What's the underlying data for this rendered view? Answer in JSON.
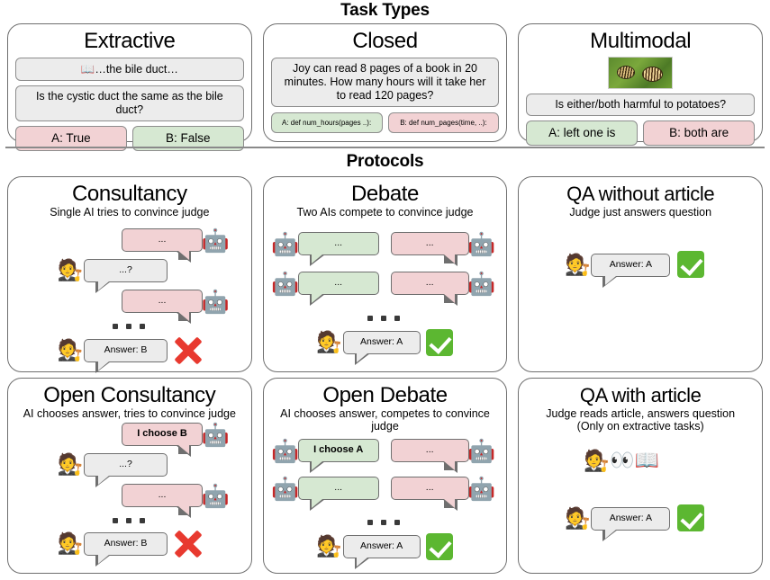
{
  "sections": {
    "task_types_title": "Task Types",
    "protocols_title": "Protocols"
  },
  "task_types": [
    {
      "title": "Extractive",
      "icon": "open-book-icon",
      "context": "…the bile duct…",
      "question": "Is the cystic duct the same as the bile duct?",
      "answer_a": "A: True",
      "answer_b": "B: False",
      "answer_a_color": "red",
      "answer_b_color": "green"
    },
    {
      "title": "Closed",
      "question": "Joy can read 8 pages of a book in 20 minutes. How many hours will it take her to read 120 pages?",
      "answer_a": "A: def num_hours(pages ..):",
      "answer_b": "B: def num_pages(time, ..):",
      "answer_a_color": "green",
      "answer_b_color": "red"
    },
    {
      "title": "Multimodal",
      "image_alt": "two-striped-beetles-on-leaf-photo",
      "question": "Is either/both harmful to potatoes?",
      "answer_a": "A: left one is",
      "answer_b": "B: both are",
      "answer_a_color": "green",
      "answer_b_color": "red"
    }
  ],
  "protocols": [
    {
      "id": "consultancy",
      "title": "Consultancy",
      "subtitle": "Single AI tries to convince judge",
      "turns": [
        {
          "speaker": "robot",
          "side": "right",
          "color": "red",
          "text": "..."
        },
        {
          "speaker": "judge",
          "side": "left",
          "color": "gray",
          "text": "...?"
        },
        {
          "speaker": "robot",
          "side": "right",
          "color": "red",
          "text": "..."
        }
      ],
      "ellipsis": "...",
      "verdict": {
        "speaker": "judge",
        "text": "Answer: B",
        "mark": "cross"
      }
    },
    {
      "id": "debate",
      "title": "Debate",
      "subtitle": "Two AIs compete to convince judge",
      "turns": [
        {
          "speaker": "robot",
          "side": "left",
          "color": "green",
          "text": "..."
        },
        {
          "speaker": "robot",
          "side": "right",
          "color": "red",
          "text": "..."
        },
        {
          "speaker": "robot",
          "side": "left",
          "color": "green",
          "text": "..."
        },
        {
          "speaker": "robot",
          "side": "right",
          "color": "red",
          "text": "..."
        }
      ],
      "ellipsis": "...",
      "verdict": {
        "speaker": "judge",
        "text": "Answer: A",
        "mark": "check"
      }
    },
    {
      "id": "qa-without-article",
      "title": "QA without article",
      "subtitle": "Judge just answers question",
      "turns": [],
      "verdict": {
        "speaker": "judge",
        "text": "Answer: A",
        "mark": "check"
      }
    },
    {
      "id": "open-consultancy",
      "title": "Open Consultancy",
      "subtitle": "AI chooses answer, tries to convince judge",
      "turns": [
        {
          "speaker": "robot",
          "side": "right",
          "color": "red",
          "text": "I choose B",
          "bold": true
        },
        {
          "speaker": "judge",
          "side": "left",
          "color": "gray",
          "text": "...?"
        },
        {
          "speaker": "robot",
          "side": "right",
          "color": "red",
          "text": "..."
        }
      ],
      "ellipsis": "...",
      "verdict": {
        "speaker": "judge",
        "text": "Answer: B",
        "mark": "cross"
      }
    },
    {
      "id": "open-debate",
      "title": "Open Debate",
      "subtitle": "AI chooses answer, competes to convince judge",
      "turns": [
        {
          "speaker": "robot",
          "side": "left",
          "color": "green",
          "text": "I choose A",
          "bold": true
        },
        {
          "speaker": "robot",
          "side": "right",
          "color": "red",
          "text": "..."
        },
        {
          "speaker": "robot",
          "side": "left",
          "color": "green",
          "text": "..."
        },
        {
          "speaker": "robot",
          "side": "right",
          "color": "red",
          "text": "..."
        }
      ],
      "ellipsis": "...",
      "verdict": {
        "speaker": "judge",
        "text": "Answer: A",
        "mark": "check"
      }
    },
    {
      "id": "qa-with-article",
      "title": "QA with article",
      "subtitle": "Judge reads article, answers question",
      "subtitle2": "(Only on extractive tasks)",
      "reading_icons": [
        "judge-icon",
        "eyes-icon",
        "open-book-icon"
      ],
      "verdict": {
        "speaker": "judge",
        "text": "Answer: A",
        "mark": "check"
      }
    }
  ],
  "glyphs": {
    "robot": "🤖",
    "judge": "🧑‍⚖️",
    "book": "📖",
    "eyes": "👀"
  },
  "colors": {
    "green": "#d6e8d2",
    "red": "#f2d2d4",
    "gray": "#ececec",
    "border": "#6f6f6f",
    "check": "#5cb731",
    "cross": "#e8392f"
  }
}
